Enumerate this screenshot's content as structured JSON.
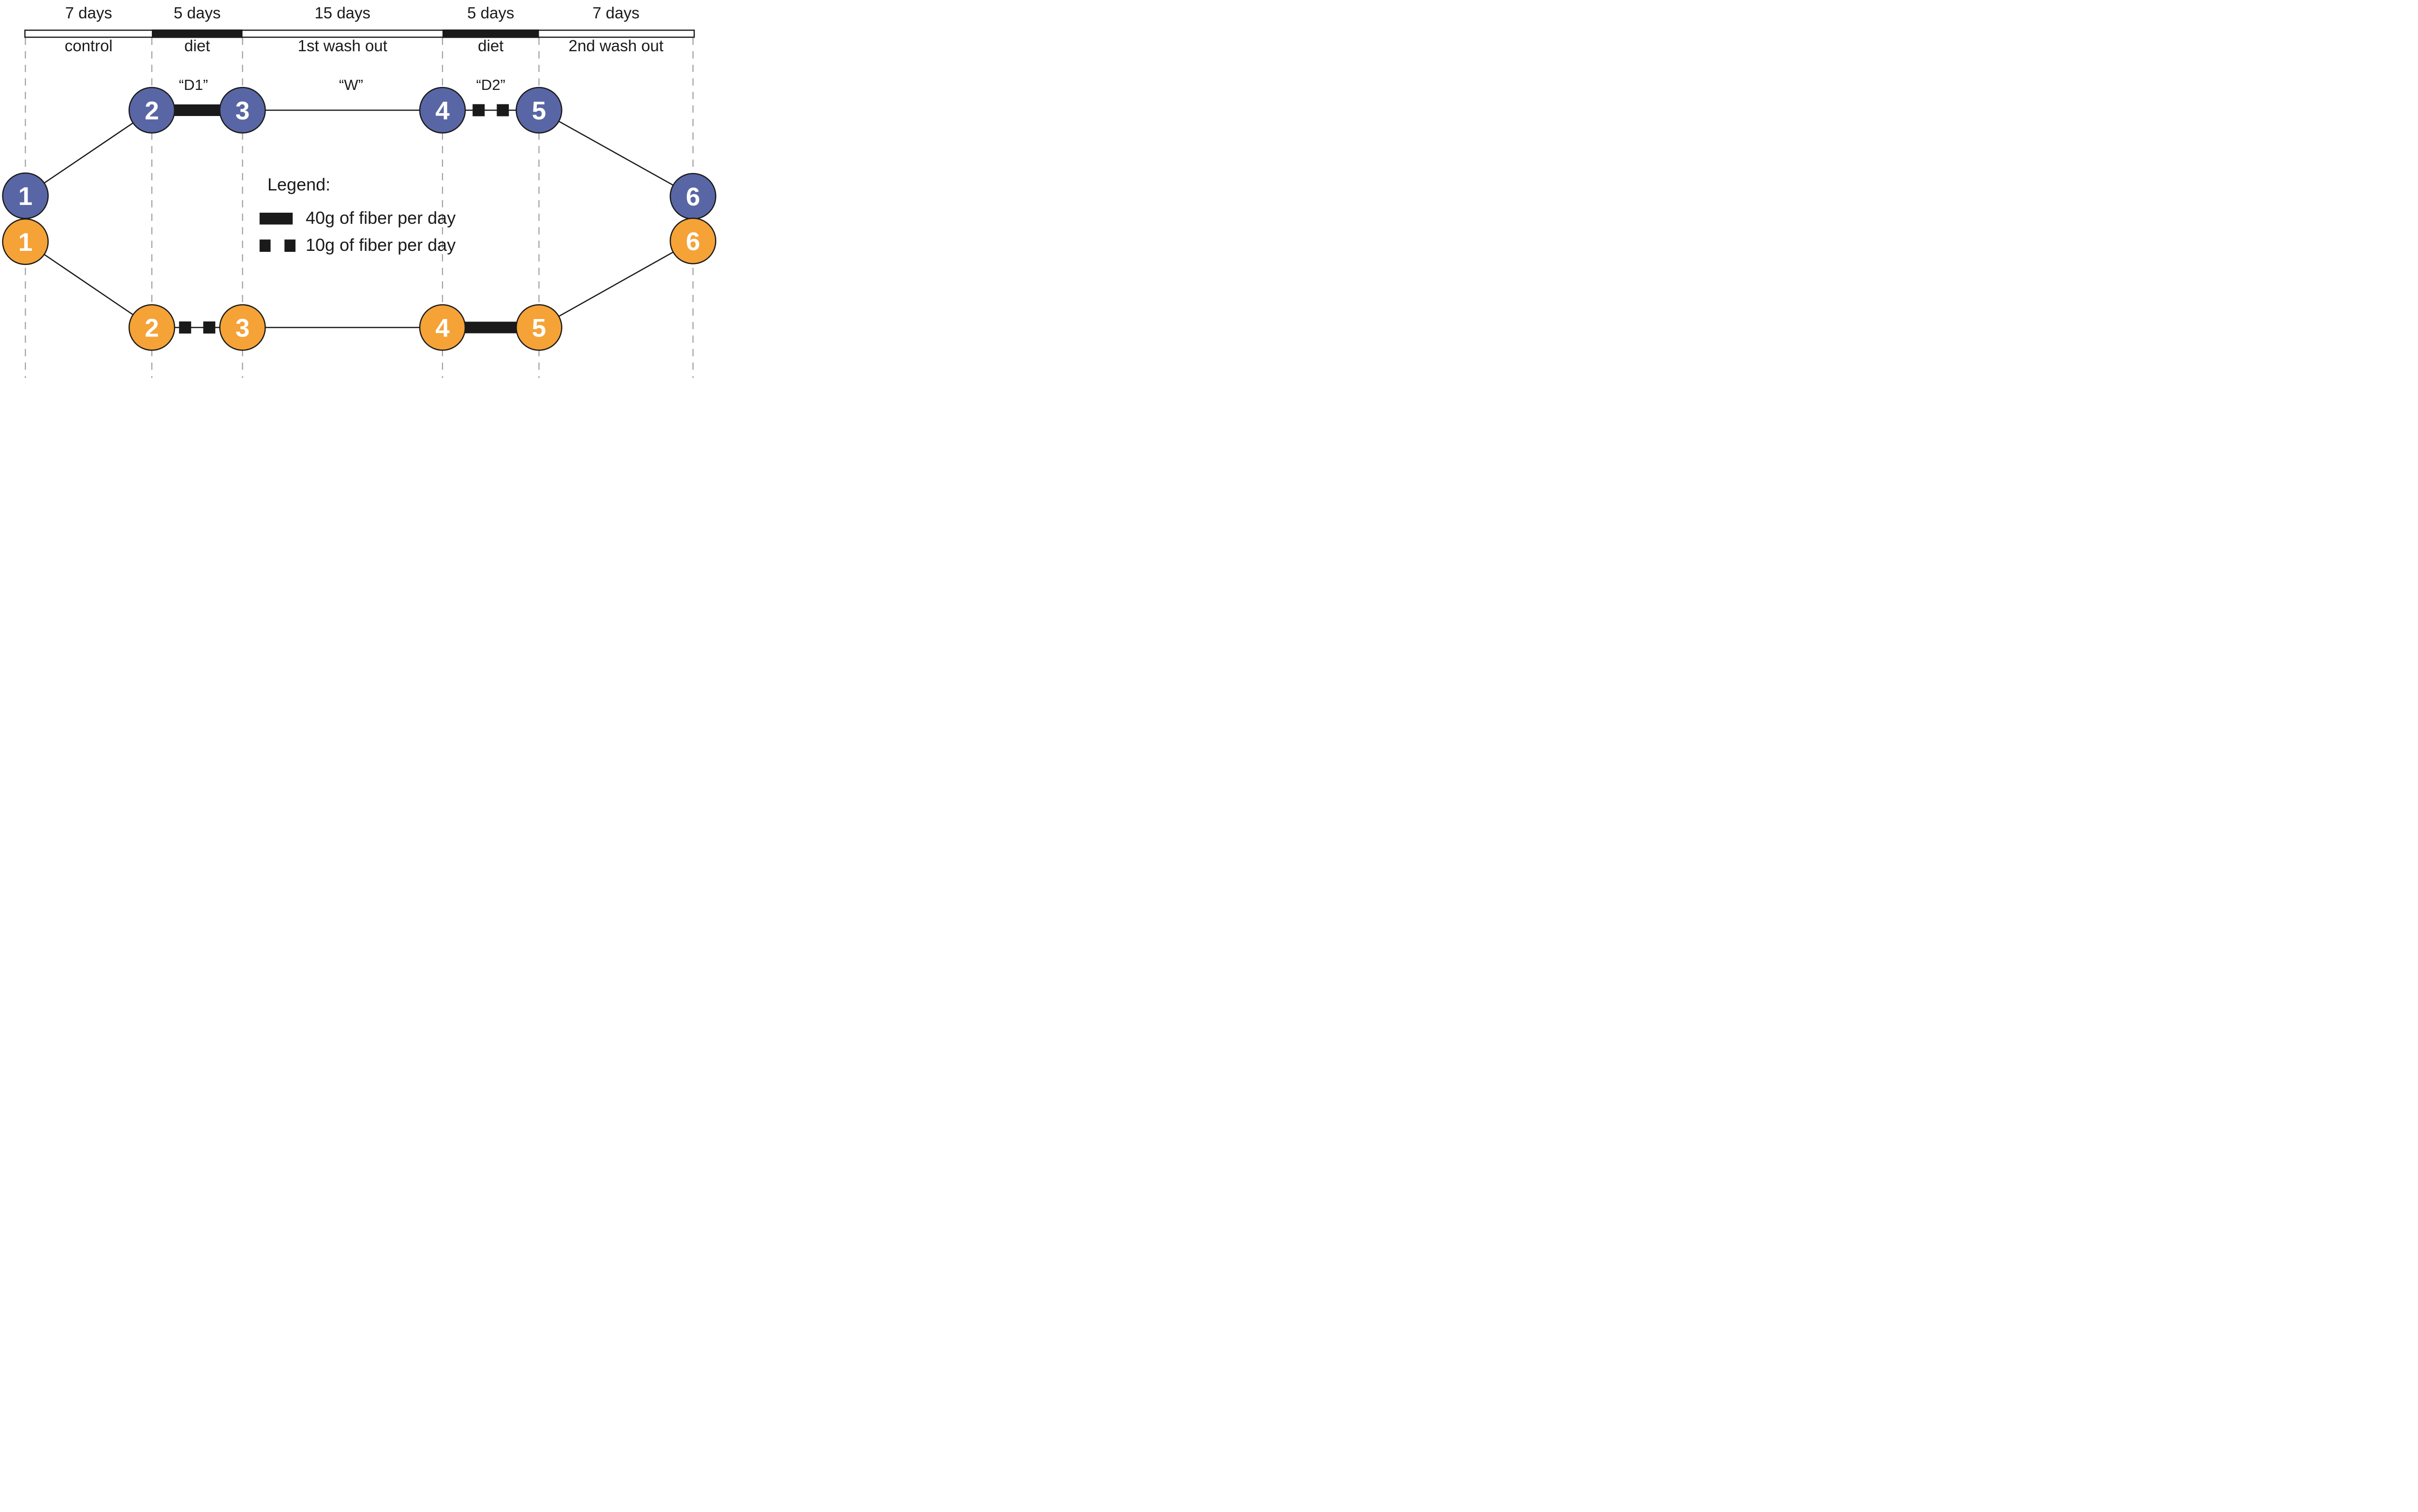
{
  "colors": {
    "blue": "#5966a5",
    "orange": "#f5a237",
    "line": "#1a1a1a",
    "dash": "#9e9e9e",
    "node_text": "#ffffff"
  },
  "timeline": {
    "phases": [
      {
        "duration": "7 days",
        "name": "control"
      },
      {
        "duration": "5 days",
        "name": "diet"
      },
      {
        "duration": "15 days",
        "name": "1st wash out"
      },
      {
        "duration": "5 days",
        "name": "diet"
      },
      {
        "duration": "7 days",
        "name": "2nd wash out"
      }
    ]
  },
  "interval_labels": {
    "d1": "“D1”",
    "w": "“W”",
    "d2": "“D2”"
  },
  "arms": {
    "blue": {
      "nodes": [
        "1",
        "2",
        "3",
        "4",
        "5",
        "6"
      ]
    },
    "orange": {
      "nodes": [
        "1",
        "2",
        "3",
        "4",
        "5",
        "6"
      ]
    }
  },
  "legend": {
    "title": "Legend:",
    "items": [
      {
        "swatch": "solid-bar",
        "label": "40g of fiber per day"
      },
      {
        "swatch": "two-squares",
        "label": "10g of fiber per day"
      }
    ]
  }
}
